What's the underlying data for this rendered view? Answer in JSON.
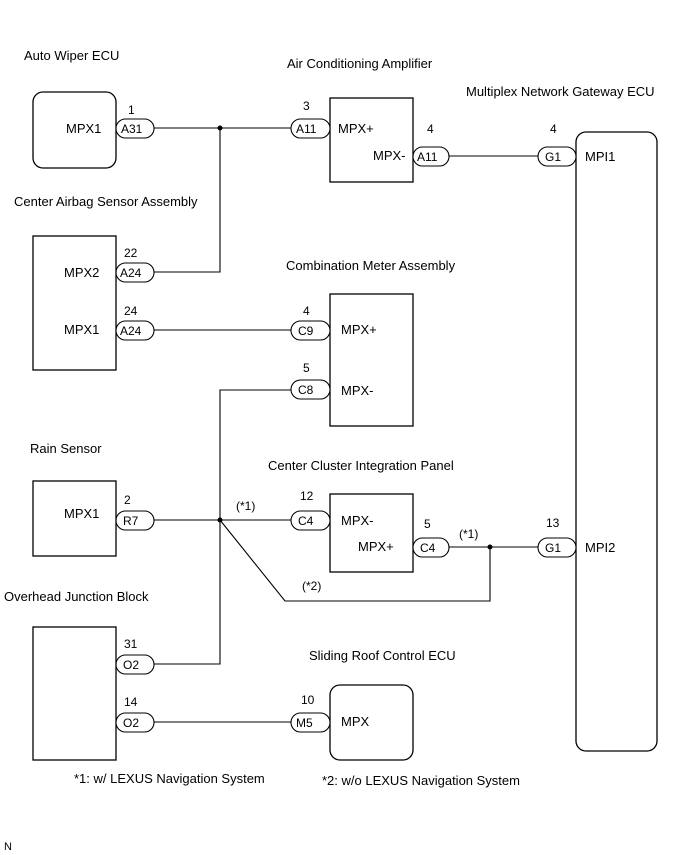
{
  "components": {
    "auto_wiper": {
      "title": "Auto Wiper ECU",
      "mpx1": "MPX1"
    },
    "ac_amp": {
      "title": "Air Conditioning Amplifier",
      "mpx_plus": "MPX+",
      "mpx_minus": "MPX-"
    },
    "gateway": {
      "title": "Multiplex Network Gateway ECU",
      "mpi1": "MPI1",
      "mpi2": "MPI2"
    },
    "airbag": {
      "title": "Center Airbag Sensor Assembly",
      "mpx2": "MPX2",
      "mpx1": "MPX1"
    },
    "meter": {
      "title": "Combination Meter Assembly",
      "mpx_plus": "MPX+",
      "mpx_minus": "MPX-"
    },
    "rain": {
      "title": "Rain Sensor",
      "mpx1": "MPX1"
    },
    "cluster": {
      "title": "Center Cluster Integration Panel",
      "mpx_minus": "MPX-",
      "mpx_plus": "MPX+"
    },
    "junction": {
      "title": "Overhead Junction Block"
    },
    "sliding_roof": {
      "title": "Sliding Roof Control ECU",
      "mpx": "MPX"
    }
  },
  "connectors": {
    "wiper_a31": {
      "pin": "1",
      "code": "A31"
    },
    "ac_a11_in": {
      "pin": "3",
      "code": "A11"
    },
    "ac_a11_out": {
      "pin": "4",
      "code": "A11"
    },
    "gw_g1_top": {
      "pin": "4",
      "code": "G1"
    },
    "airbag_a24_22": {
      "pin": "22",
      "code": "A24"
    },
    "airbag_a24_24": {
      "pin": "24",
      "code": "A24"
    },
    "meter_c9": {
      "pin": "4",
      "code": "C9"
    },
    "meter_c8": {
      "pin": "5",
      "code": "C8"
    },
    "rain_r7": {
      "pin": "2",
      "code": "R7"
    },
    "cluster_c4_in": {
      "pin": "12",
      "code": "C4"
    },
    "cluster_c4_out": {
      "pin": "5",
      "code": "C4"
    },
    "gw_g1_bottom": {
      "pin": "13",
      "code": "G1"
    },
    "junction_o2_31": {
      "pin": "31",
      "code": "O2"
    },
    "junction_o2_14": {
      "pin": "14",
      "code": "O2"
    },
    "roof_m5": {
      "pin": "10",
      "code": "M5"
    }
  },
  "wire_notes": {
    "n1a": "(*1)",
    "n1b": "(*1)",
    "n2": "(*2)"
  },
  "footnotes": {
    "note1": "*1: w/ LEXUS Navigation System",
    "note2": "*2: w/o LEXUS Navigation System"
  },
  "corner_mark": "N"
}
